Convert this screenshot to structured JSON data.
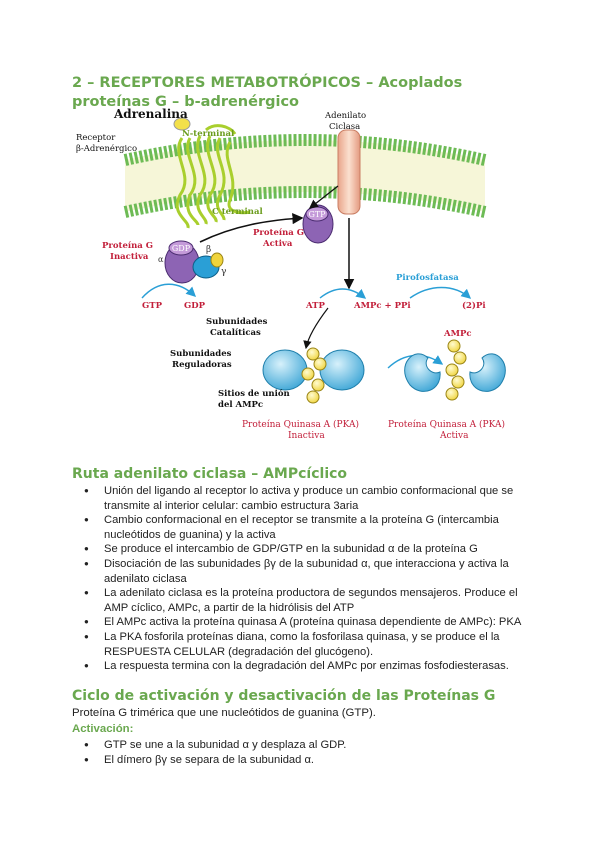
{
  "title": "2 – RECEPTORES METABOTRÓPICOS – Acoplados proteínas G – b-adrenérgico",
  "figure": {
    "adrenalina": "Adrenalina",
    "n_terminal": "N-terminal",
    "receptor_line1": "Receptor",
    "receptor_line2": "β-Adrenérgico",
    "c_terminal": "C terminal",
    "adenilato_line1": "Adenilato",
    "adenilato_line2": "Ciclasa",
    "gtp_tag": "GTP",
    "gdp_tag": "GDP",
    "alpha": "α",
    "beta": "β",
    "gamma": "γ",
    "protg_inact_line1": "Proteína G",
    "protg_inact_line2": "Inactiva",
    "protg_act_line1": "Proteína G",
    "protg_act_line2": "Activa",
    "gtp_label": "GTP",
    "gdp_label": "GDP",
    "atp": "ATP",
    "ampc_ppi": "AMPc + PPi",
    "pirofosfatasa": "Pirofosfatasa",
    "two_pi": "(2)Pi",
    "subunidades_cat_line1": "Subunidades",
    "subunidades_cat_line2": "Catalíticas",
    "subunidades_reg_line1": "Subunidades",
    "subunidades_reg_line2": "Reguladoras",
    "sitios_line1": "Sitios de unión",
    "sitios_line2": "del AMPc",
    "ampc_right": "AMPc",
    "pka_inact_line1": "Proteína Quinasa A (PKA)",
    "pka_inact_line2": "Inactiva",
    "pka_act_line1": "Proteína Quinasa A (PKA)",
    "pka_act_line2": "Activa"
  },
  "section1": {
    "heading": "Ruta adenilato ciclasa – AMPcíclico",
    "bullets": [
      "Unión del ligando al receptor lo activa y produce un cambio conformacional que se transmite al interior celular: cambio estructura 3aria",
      "Cambio conformacional en el receptor se transmite a la proteína G (intercambia nucleótidos de guanina) y la activa",
      "Se produce el intercambio de GDP/GTP en la subunidad α de la proteína G",
      "Disociación de las subunidades βγ de la subunidad α, que interacciona y activa la adenilato ciclasa",
      "La adenilato ciclasa es la proteína productora de segundos mensajeros. Produce el AMP cíclico, AMPc, a partir de la hidrólisis del ATP",
      "El AMPc activa la proteína quinasa A (proteína quinasa dependiente de AMPc): PKA",
      "La PKA fosforila proteínas diana, como la fosforilasa quinasa, y se produce el la RESPUESTA CELULAR (degradación del glucógeno).",
      "La respuesta termina con la degradación del AMPc por enzimas fosfodiesterasas."
    ]
  },
  "section2": {
    "heading": "Ciclo de activación y desactivación de las Proteínas G",
    "intro": "Proteína G trimérica que une nucleótidos de guanina (GTP).",
    "activation_label": "Activación:",
    "bullets": [
      "GTP se une a la subunidad α y desplaza al GDP.",
      "El dímero βγ se separa de la subunidad α."
    ]
  }
}
